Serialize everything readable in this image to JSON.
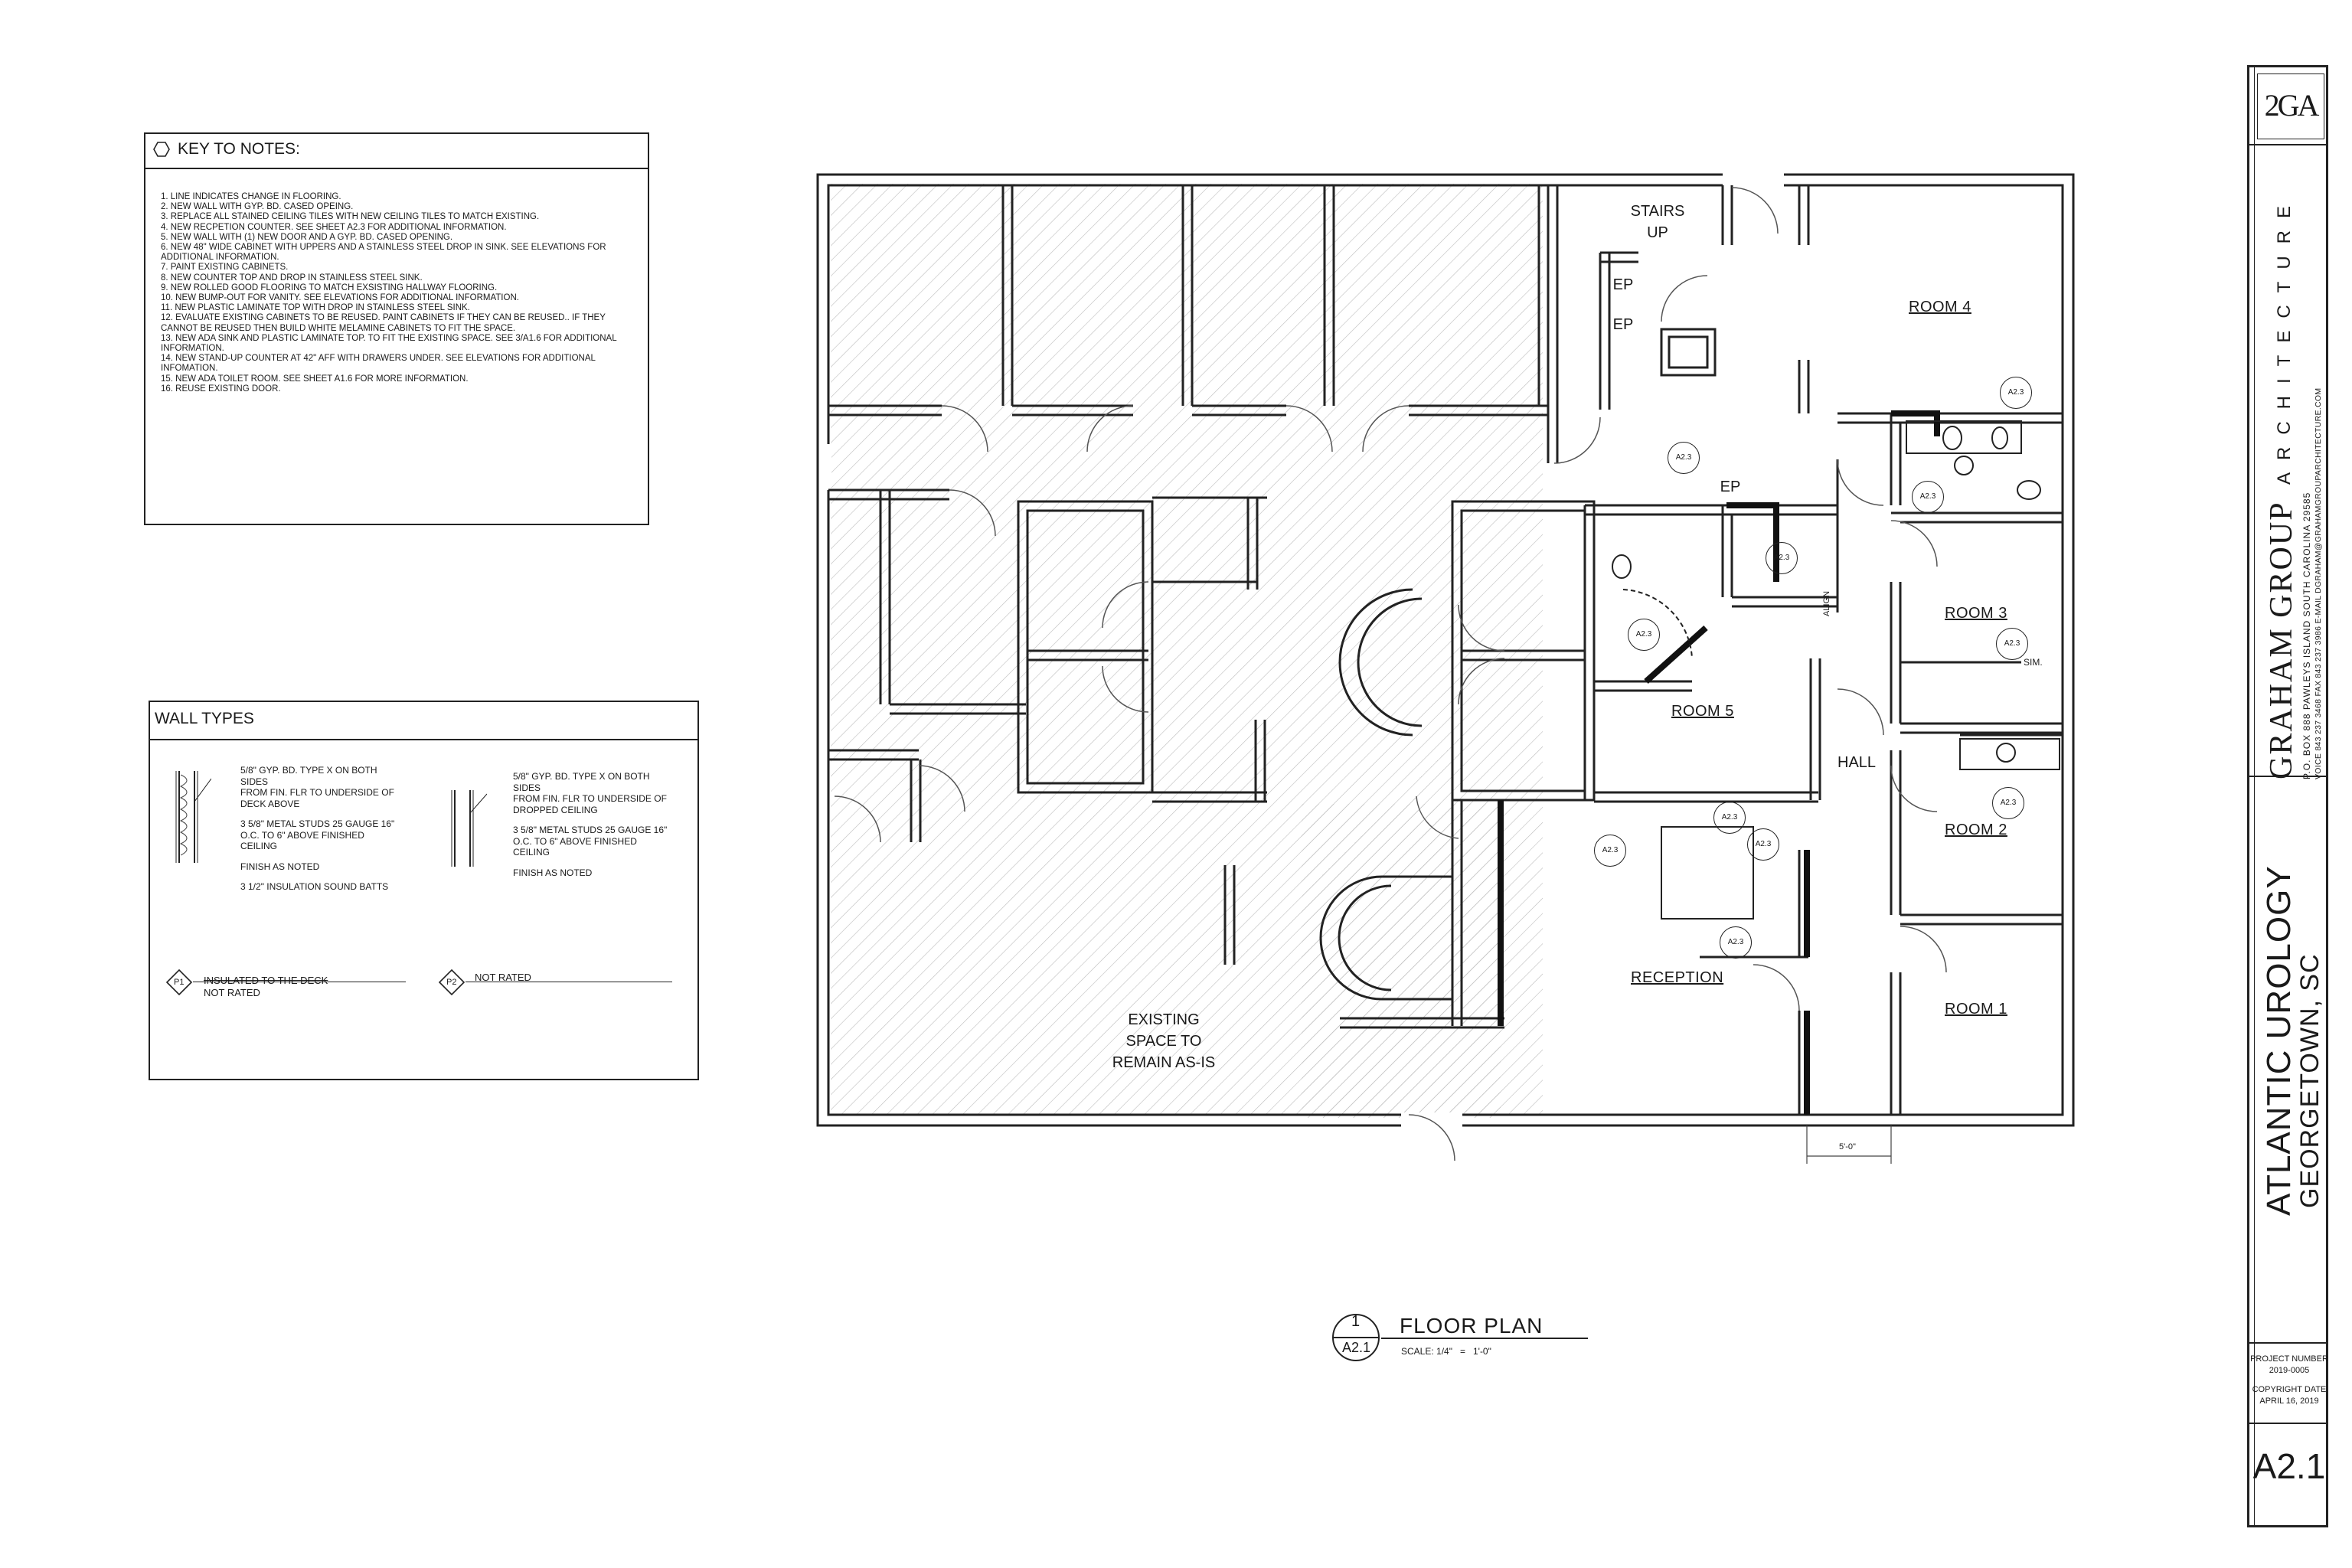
{
  "key_notes": {
    "title": "KEY TO NOTES:",
    "items": [
      "1. LINE INDICATES CHANGE IN FLOORING.",
      "2. NEW WALL WITH GYP. BD. CASED OPEING.",
      "3. REPLACE ALL STAINED CEILING TILES WITH NEW CEILING TILES TO MATCH EXISTING.",
      "4. NEW RECPETION COUNTER. SEE SHEET A2.3 FOR ADDITIONAL INFORMATION.",
      "5. NEW WALL WITH (1) NEW DOOR AND A GYP. BD. CASED OPENING.",
      "6. NEW 48\" WIDE CABINET WITH UPPERS AND A STAINLESS STEEL DROP IN SINK. SEE ELEVATIONS FOR ADDITIONAL INFORMATION.",
      "7. PAINT EXISTING CABINETS.",
      "8. NEW COUNTER TOP AND DROP IN STAINLESS STEEL SINK.",
      "9. NEW ROLLED GOOD FLOORING TO MATCH EXSISTING HALLWAY FLOORING.",
      "10. NEW BUMP-OUT FOR VANITY. SEE ELEVATIONS FOR ADDITIONAL INFORMATION.",
      "11. NEW PLASTIC LAMINATE TOP WITH DROP IN STAINLESS STEEL SINK.",
      "12. EVALUATE EXISTING CABINETS TO BE REUSED. PAINT CABINETS IF THEY CAN BE REUSED.. IF THEY CANNOT BE REUSED THEN BUILD WHITE MELAMINE CABINETS TO FIT THE SPACE.",
      "13. NEW ADA SINK AND PLASTIC LAMINATE TOP. TO FIT THE EXISTING SPACE. SEE 3/A1.6 FOR ADDITIONAL INFORMATION.",
      "14. NEW STAND-UP COUNTER AT 42\" AFF WITH DRAWERS UNDER. SEE ELEVATIONS FOR ADDITIONAL INFOMATION.",
      "15. NEW ADA TOILET ROOM. SEE SHEET A1.6 FOR MORE INFORMATION.",
      "16. REUSE EXISTING DOOR."
    ]
  },
  "wall_types": {
    "title": "WALL TYPES",
    "p1": {
      "notes": [
        "5/8\" GYP. BD. TYPE X ON BOTH SIDES",
        "FROM FIN. FLR TO UNDERSIDE OF DECK ABOVE",
        "3 5/8\" METAL STUDS 25 GAUGE 16\" O.C. TO 6\" ABOVE FINISHED CEILING",
        "FINISH AS NOTED",
        "3 1/2\" INSULATION SOUND BATTS"
      ],
      "tag": "P1",
      "rating_struck": "INSULATED TO THE DECK",
      "rating": "NOT RATED"
    },
    "p2": {
      "notes": [
        "5/8\" GYP. BD. TYPE X ON BOTH SIDES",
        "FROM FIN. FLR TO UNDERSIDE OF DROPPED CEILING",
        "3 5/8\" METAL STUDS 25 GAUGE 16\" O.C. TO 6\" ABOVE FINISHED CEILING",
        "FINISH AS NOTED"
      ],
      "tag": "P2",
      "rating": "NOT RATED"
    }
  },
  "plan": {
    "rooms": {
      "room4": "ROOM 4",
      "room3": "ROOM 3",
      "room2": "ROOM 2",
      "room1": "ROOM 1",
      "room5": "ROOM 5",
      "reception": "RECEPTION",
      "hall": "HALL"
    },
    "stairs": "STAIRS\nUP",
    "ep": "EP",
    "existing": "EXISTING\nSPACE TO\nREMAIN AS-IS",
    "align": "ALIGN",
    "sim": "SIM.",
    "dimension": "5'-0\"",
    "ref_sheet": "A2.3"
  },
  "drawing_title": {
    "number": "1",
    "sheet": "A2.1",
    "title": "FLOOR PLAN",
    "scale": "SCALE: 1/4\"   =   1'-0\""
  },
  "title_block": {
    "logo": "2GA",
    "firm": "GRAHAM GROUP",
    "discipline": "ARCHITECTURE",
    "address": "P.O. BOX 888  PAWLEYS ISLAND SOUTH CAROLINA 29585",
    "phone": "VOICE 843 237 3468   FAX 843 237 3986   E-MAIL DGRAHAM@GRAHAMGROUPARCHITECTURE.COM",
    "project": "ATLANTIC UROLOGY",
    "location": "GEORGETOWN, SC",
    "project_number_label": "PROJECT NUMBER",
    "project_number": "2019-0005",
    "copyright_label": "COPYRIGHT DATE",
    "copyright_date": "APRIL 16, 2019",
    "sheet_number": "A2.1"
  }
}
